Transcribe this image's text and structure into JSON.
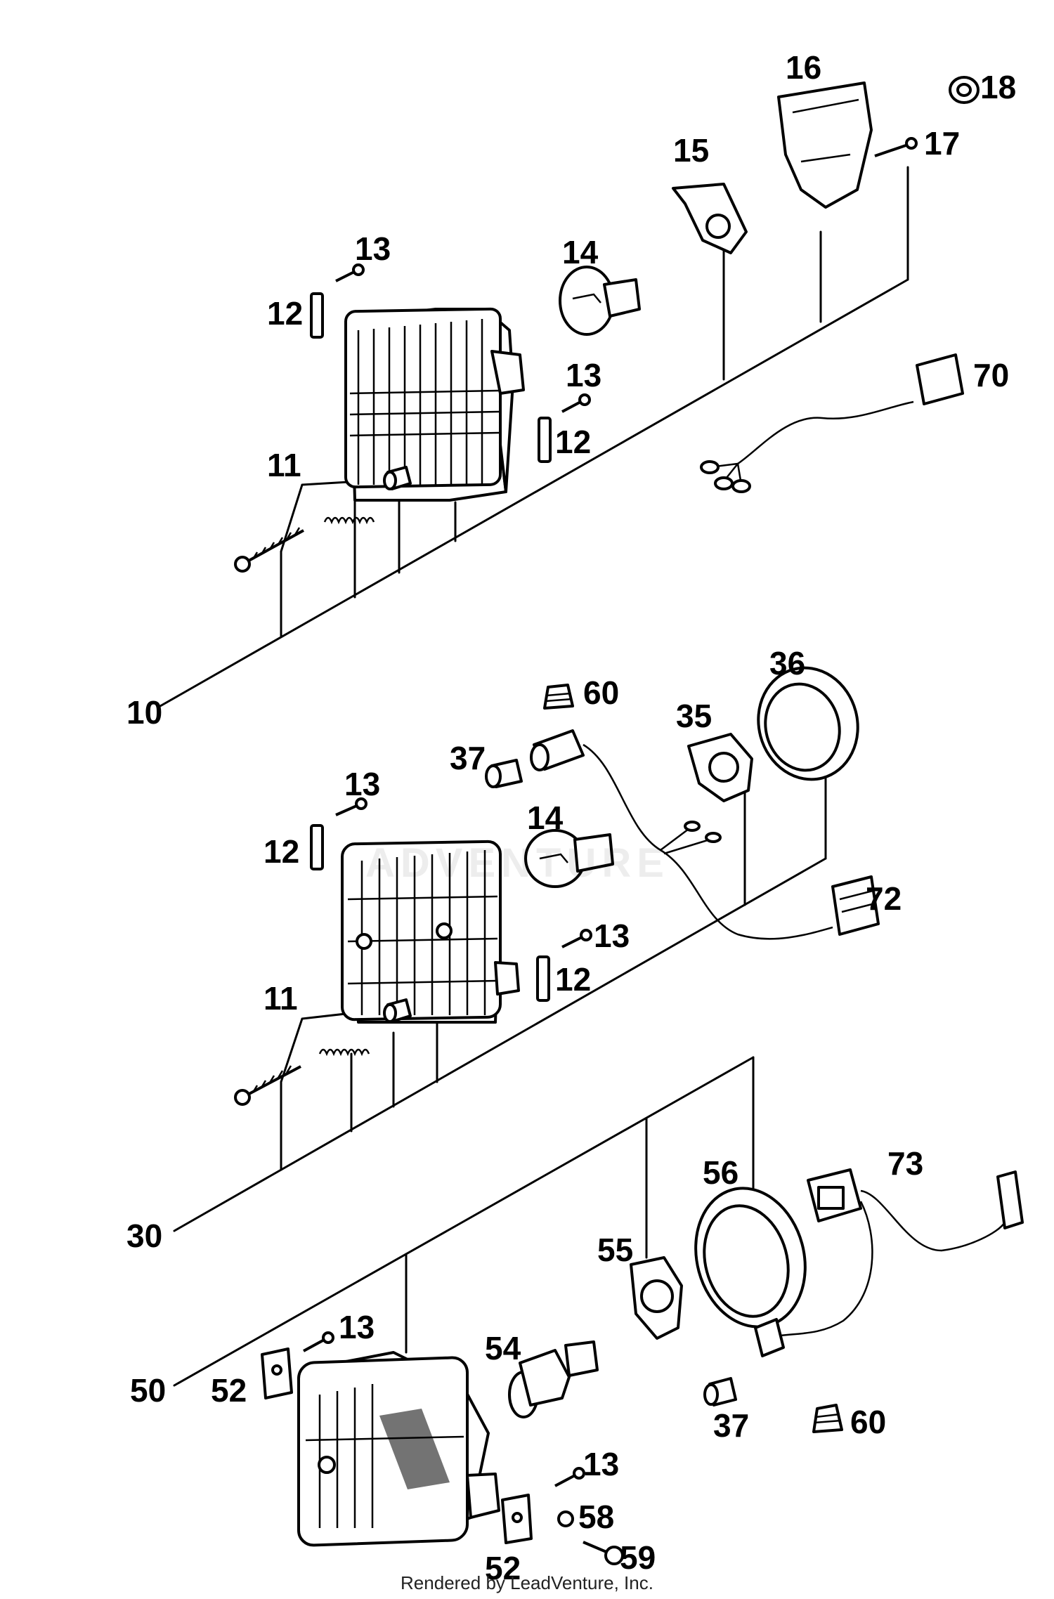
{
  "labels": {
    "l10": "10",
    "l11a": "11",
    "l12a": "12",
    "l12b": "12",
    "l13a": "13",
    "l13b": "13",
    "l14a": "14",
    "l15": "15",
    "l16": "16",
    "l17": "17",
    "l18": "18",
    "l70": "70",
    "l30": "30",
    "l11b": "11",
    "l12c": "12",
    "l12d": "12",
    "l13c": "13",
    "l13d": "13",
    "l14b": "14",
    "l35": "35",
    "l36": "36",
    "l37a": "37",
    "l60a": "60",
    "l72": "72",
    "l50": "50",
    "l52a": "52",
    "l52b": "52",
    "l13e": "13",
    "l13f": "13",
    "l54": "54",
    "l55": "55",
    "l56": "56",
    "l58": "58",
    "l59": "59",
    "l37b": "37",
    "l60b": "60",
    "l73": "73"
  },
  "watermark": "ADVENTURE",
  "footer": "Rendered by LeadVenture, Inc."
}
